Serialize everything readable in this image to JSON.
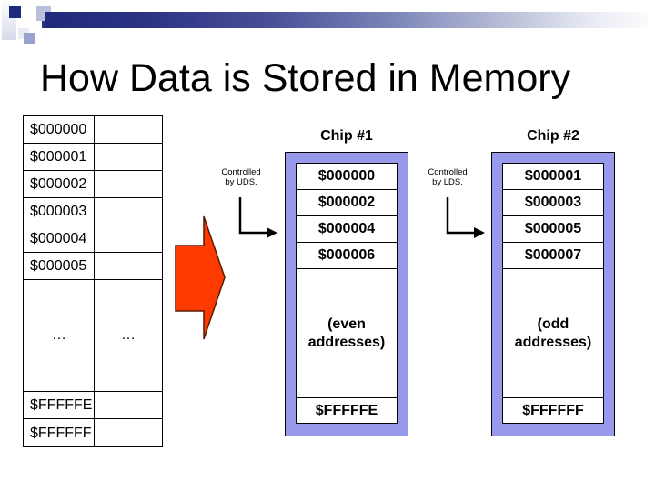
{
  "slide_title": "How Data is Stored in Memory",
  "memory_table": {
    "address_rows": [
      "$000000",
      "$000001",
      "$000002",
      "$000003",
      "$000004",
      "$000005"
    ],
    "ellipsis": "…",
    "tail_rows": [
      "$FFFFFE",
      "$FFFFFF"
    ]
  },
  "chip1": {
    "title": "Chip #1",
    "controller": {
      "line1": "Controlled",
      "line2": "by UDS."
    },
    "rows": [
      "$000000",
      "$000002",
      "$000004",
      "$000006"
    ],
    "note": "(even addresses)",
    "tail": "$FFFFFE"
  },
  "chip2": {
    "title": "Chip #2",
    "controller": {
      "line1": "Controlled",
      "line2": "by LDS."
    },
    "rows": [
      "$000001",
      "$000003",
      "$000005",
      "$000007"
    ],
    "note": "(odd addresses)",
    "tail": "$FFFFFF"
  },
  "colors": {
    "chip_fill": "#9999EB",
    "arrow_fill": "#FF3A00",
    "arrow_outline": "#551A00",
    "accent_navy": "#1E2A7B",
    "connector": "#000000"
  }
}
